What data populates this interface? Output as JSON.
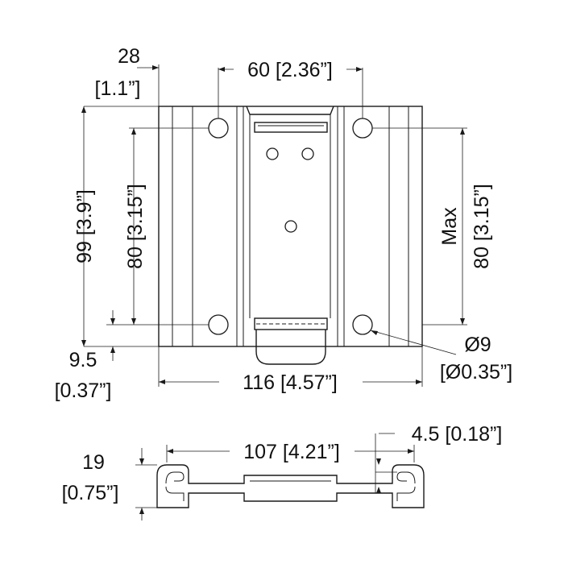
{
  "dimensions": {
    "top_left_offset": {
      "mm": "28",
      "inch": "[1.1”]"
    },
    "hole_spacing_top": "60 [2.36”]",
    "overall_height": "99 [3.9”]",
    "hole_spacing_vertical_left": "80 [3.15”]",
    "hole_spacing_vertical_right_prefix": "Max",
    "hole_spacing_vertical_right": "80 [3.15”]",
    "bottom_offset": {
      "mm": "9.5",
      "inch": "[0.37”]"
    },
    "overall_width": "116 [4.57”]",
    "hole_diameter": {
      "mm": "Ø9",
      "inch": "[Ø0.35”]"
    },
    "profile_height": {
      "mm": "19",
      "inch": "[0.75”]"
    },
    "profile_inner_width": "107 [4.21”]",
    "profile_lip": "4.5 [0.18”]"
  }
}
